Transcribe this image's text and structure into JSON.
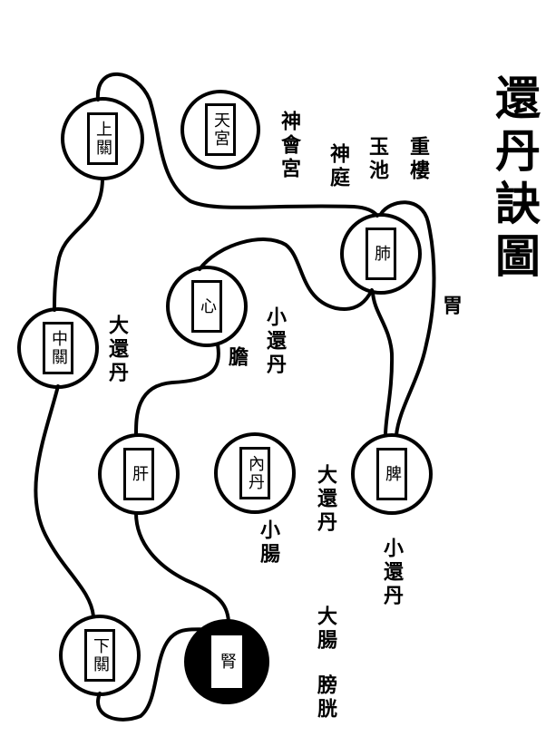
{
  "title": "還丹訣圖",
  "nodes": {
    "shangguan": "上關",
    "tiangong": "天宮",
    "fei": "肺",
    "xin": "心",
    "zhongguan": "中關",
    "gan": "肝",
    "neidan": "內丹",
    "pi": "脾",
    "xiaguan": "下關",
    "shen": "腎"
  },
  "labels": {
    "shenhuigong": "神會宮",
    "shenting": "神庭",
    "yuchi": "玉池",
    "chonglou": "重樓",
    "wei": "胃",
    "dahuandan_left": "大還丹",
    "xiaohuandan_upper": "小還丹",
    "dan": "膽",
    "dahuandan_mid": "大還丹",
    "xiaochang": "小腸",
    "xiaohuandan_lower": "小還丹",
    "dachang": "大腸",
    "pangguang": "膀胱"
  }
}
